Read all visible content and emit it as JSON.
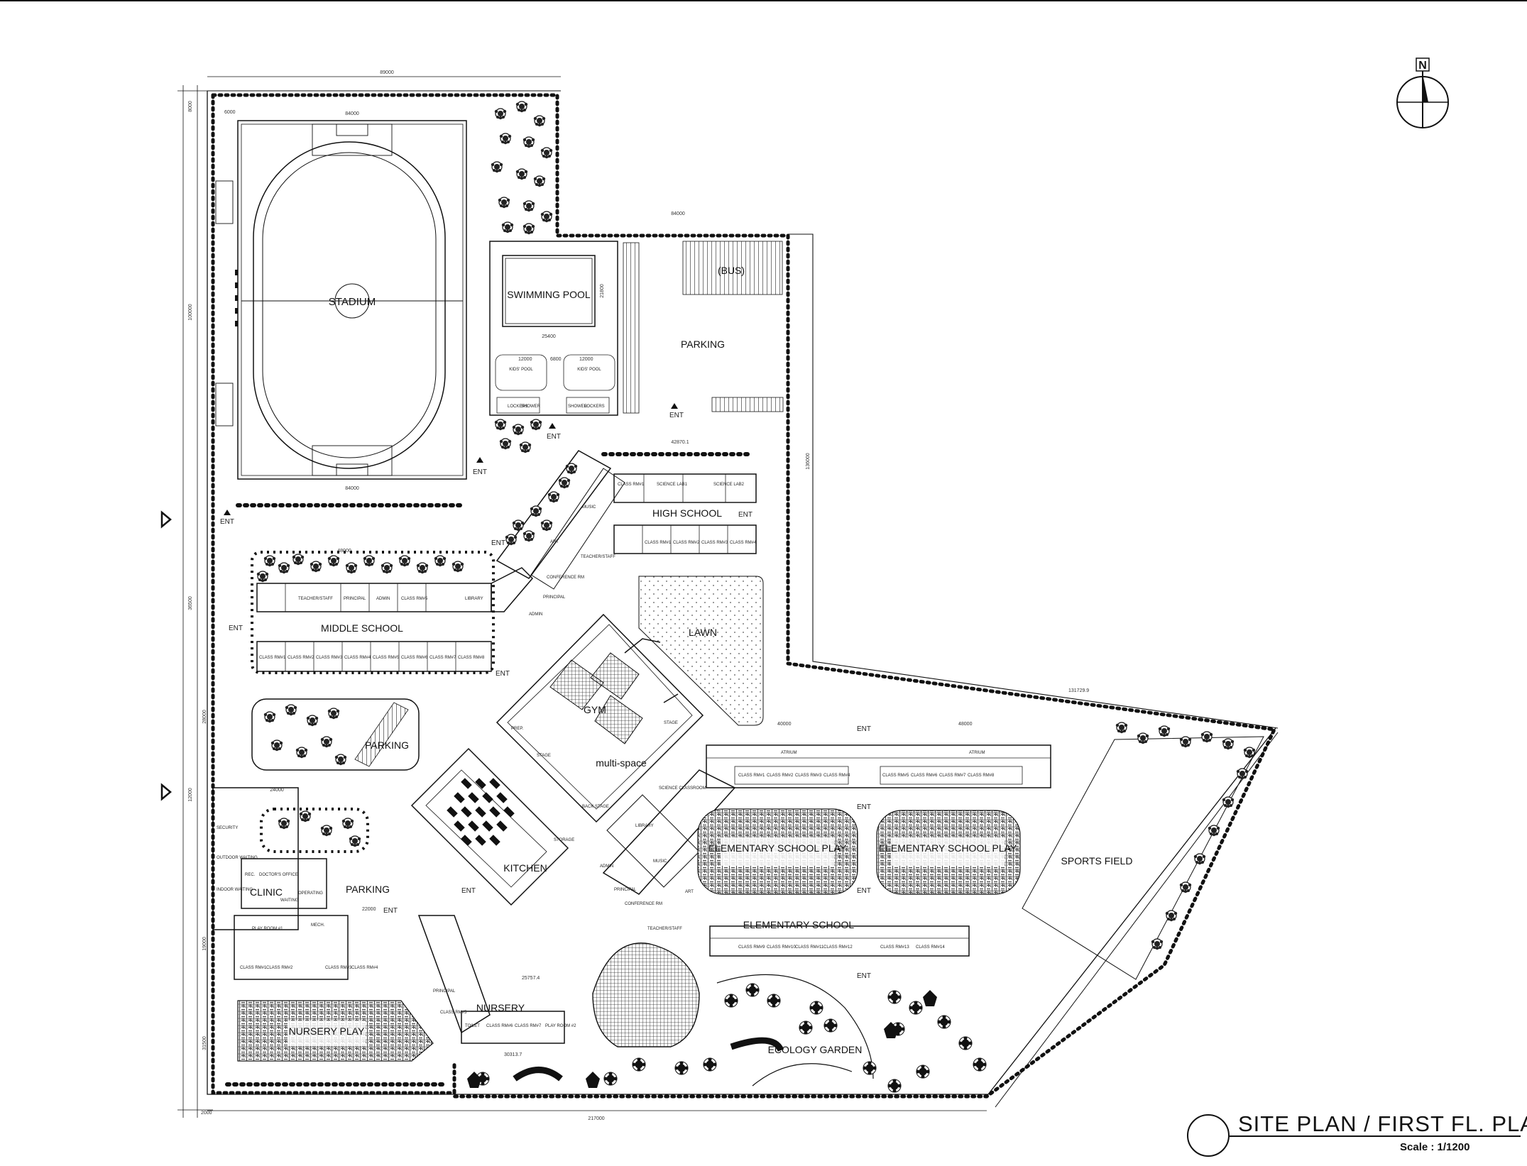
{
  "title": "SITE PLAN / FIRST FL. PLAN",
  "scale": "Scale : 1/1200",
  "north": "N",
  "zones": {
    "stadium": "STADIUM",
    "swimming_pool": "SWIMMING POOL",
    "kids_pool_1": "KIDS' POOL",
    "kids_pool_2": "KIDS' POOL",
    "bus": "(BUS)",
    "parking_main": "PARKING",
    "parking_mid": "PARKING",
    "parking_low": "PARKING",
    "high_school": "HIGH SCHOOL",
    "middle_school": "MIDDLE SCHOOL",
    "lawn": "LAWN",
    "gym": "GYM",
    "multi_space": "multi-space",
    "kitchen": "KITCHEN",
    "elementary_school": "ELEMENTARY SCHOOL",
    "elem_play_1": "ELEMENTARY SCHOOL PLAY",
    "elem_play_2": "ELEMENTARY SCHOOL PLAY",
    "sports_field": "SPORTS FIELD",
    "clinic": "CLINIC",
    "nursery": "NURSERY",
    "nursery_play": "NURSERY PLAY",
    "ecology_garden": "ECOLOGY GARDEN"
  },
  "entrances": [
    "ENT",
    "ENT",
    "ENT",
    "ENT",
    "ENT",
    "ENT",
    "ENT",
    "ENT",
    "ENT",
    "ENT",
    "ENT",
    "ENT",
    "ENT",
    "ENT"
  ],
  "rooms": {
    "high_top": [
      "CLASS RM#1",
      "SCIENCE LAB1",
      "SCIENCE LAB2"
    ],
    "high_bottom": [
      "CLASS RM#1",
      "CLASS RM#2",
      "CLASS RM#3",
      "CLASS RM#4"
    ],
    "high_wing": [
      "MUSIC",
      "ART",
      "TEACHER/STAFF",
      "CONFERENCE RM",
      "PRINCIPAL",
      "ADMIN"
    ],
    "middle_top": [
      "TEACHER/STAFF",
      "PRINCIPAL",
      "ADMIN",
      "CLASS RM#5",
      "LIBRARY"
    ],
    "middle_bottom": [
      "CLASS RM#1",
      "CLASS RM#2",
      "CLASS RM#3",
      "CLASS RM#4",
      "CLASS RM#5",
      "CLASS RM#6",
      "CLASS RM#7",
      "CLASS RM#8"
    ],
    "elem_top": [
      "CLASS RM#1",
      "CLASS RM#2",
      "CLASS RM#3",
      "CLASS RM#4",
      "CLASS RM#5",
      "CLASS RM#6",
      "CLASS RM#7",
      "CLASS RM#8"
    ],
    "elem_bottom": [
      "CLASS RM#9",
      "CLASS RM#10",
      "CLASS RM#11",
      "CLASS RM#12",
      "CLASS RM#13",
      "CLASS RM#14"
    ],
    "elem_wing": [
      "LIBRARY",
      "MUSIC",
      "ART",
      "ADMIN",
      "PRINCIPAL",
      "CONFERENCE RM",
      "TEACHER/STAFF",
      "SCIENCE CLASSROOM"
    ],
    "clinic": [
      "SECURITY",
      "OUTDOOR WAITING",
      "INDOOR WAITING",
      "REC.",
      "DOCTOR'S OFFICE",
      "OPERATING",
      "WAITING"
    ],
    "nursery": [
      "PLAY ROOM #1",
      "MECH.",
      "CLASS RM#1",
      "CLASS RM#2",
      "CLASS RM#3",
      "CLASS RM#4",
      "CLASS RM#5",
      "CLASS RM#6",
      "CLASS RM#7",
      "PLAY ROOM #2",
      "PRINCIPAL",
      "TOILET"
    ],
    "pool": [
      "SHOWER",
      "LOCKERS",
      "SHOWER",
      "LOCKERS"
    ],
    "atrium": [
      "ATRIUM",
      "ATRIUM"
    ],
    "gym": [
      "STAGE",
      "STAGE",
      "PREP.",
      "STORAGE",
      "BACK STAGE"
    ]
  },
  "dimensions": {
    "top_width": "89000",
    "stadium_width": "84000",
    "stadium_bottom": "84000",
    "right_side": "136000",
    "parking_width": "84000",
    "pool_w": "25400",
    "pool_h": "21800",
    "kids_1": "12000",
    "kids_gap": "6800",
    "kids_2": "12000",
    "high_len": "42870.1",
    "bottom_total": "217000",
    "angle_right": "131729.9",
    "elem_1": "40000",
    "elem_2": "48000",
    "middle_w": "48000",
    "nursery_w": "25757.4",
    "nursery_b": "30313.7",
    "clinic_w": "24000",
    "clinic_b": "22000",
    "left_1": "100000",
    "left_2": "36500",
    "left_3": "28000",
    "left_4": "19000",
    "left_5": "31500",
    "left_6": "12000",
    "top_margin": "8000",
    "bottom_margin": "2000",
    "side_margin": "6000"
  }
}
